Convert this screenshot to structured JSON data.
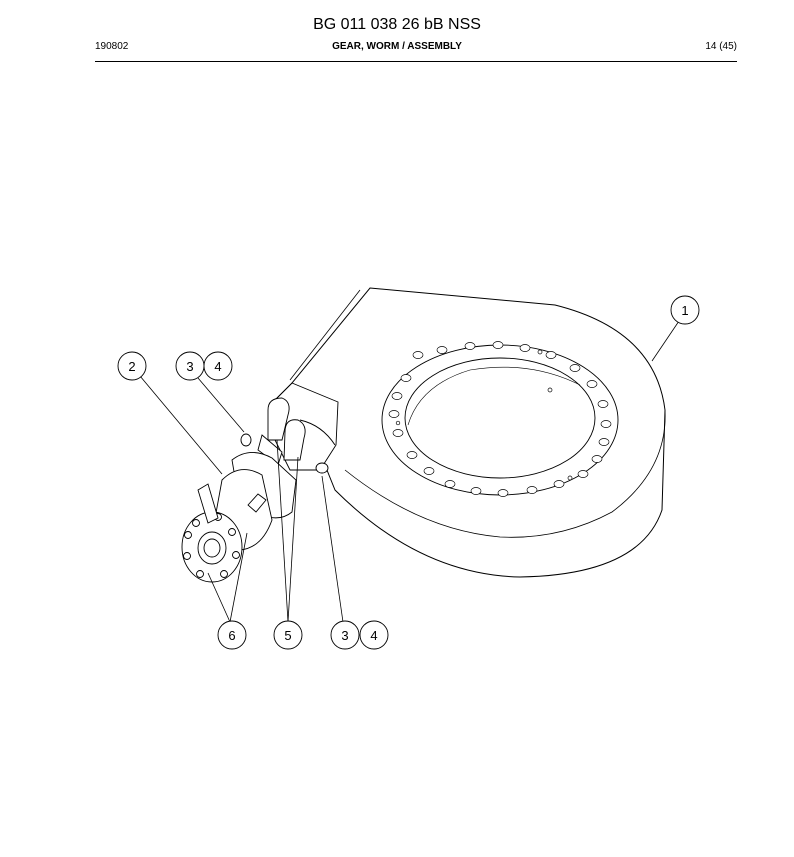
{
  "header": {
    "title": "BG 011 038 26 bB NSS",
    "date_code": "190802",
    "subtitle": "GEAR, WORM / ASSEMBLY",
    "page": "14 (45)"
  },
  "callouts": {
    "c1": "1",
    "c2": "2",
    "c3_top": "3",
    "c4_top": "4",
    "c6": "6",
    "c5": "5",
    "c3_bottom": "3",
    "c4_bottom": "4"
  }
}
